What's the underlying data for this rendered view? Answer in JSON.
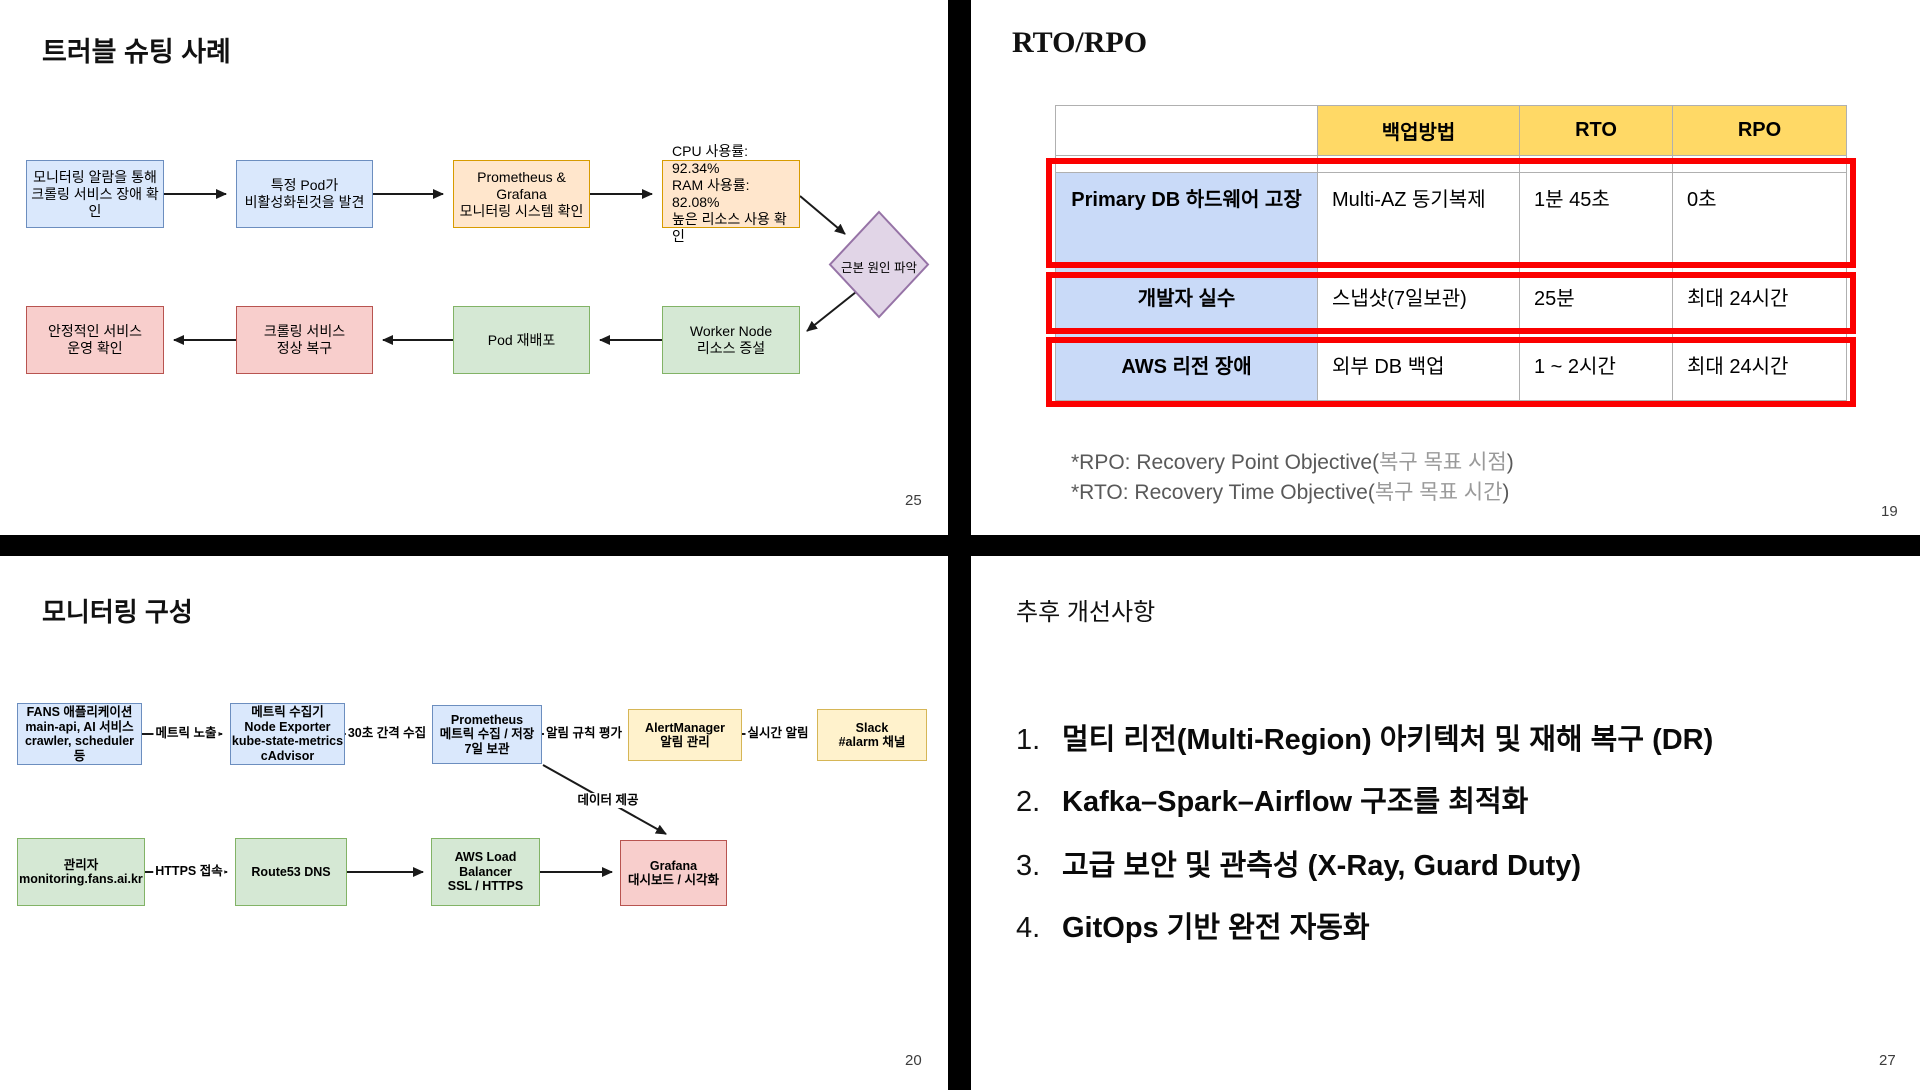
{
  "slides": {
    "troubleshooting": {
      "title": "트러블 슈팅 사례",
      "page": "25",
      "flow_row1": [
        {
          "text": "모니터링 알람을 통해\n크롤링 서비스 장애 확인"
        },
        {
          "text": "특정 Pod가\n비활성화된것을 발견"
        },
        {
          "text": "Prometheus & Grafana\n모니터링 시스템 확인"
        },
        {
          "text": "CPU 사용률: 92.34%\nRAM 사용률: 82.08%\n높은 리소스 사용 확인"
        }
      ],
      "decision": "근본 원인 파악",
      "flow_row2": [
        {
          "text": "안정적인 서비스\n운영 확인"
        },
        {
          "text": "크롤링 서비스\n정상 복구"
        },
        {
          "text": "Pod 재배포"
        },
        {
          "text": "Worker Node\n리소스 증설"
        }
      ]
    },
    "rto": {
      "title": "RTO/RPO",
      "page": "19",
      "table": {
        "headers": [
          "",
          "백업방법",
          "RTO",
          "RPO"
        ],
        "rows": [
          {
            "label": "Primary DB 하드웨어 고장",
            "cells": [
              "Multi-AZ 동기복제",
              "1분 45초",
              "0초"
            ]
          },
          {
            "label": "개발자 실수",
            "cells": [
              "스냅샷(7일보관)",
              "25분",
              "최대 24시간"
            ]
          },
          {
            "label": "AWS 리전 장애",
            "cells": [
              "외부 DB 백업",
              "1 ~ 2시간",
              "최대 24시간"
            ]
          }
        ]
      },
      "footnotes": [
        {
          "prefix": "*RPO: Recovery Point Objective(",
          "korean": "복구 목표 시점",
          "suffix": ")"
        },
        {
          "prefix": "*RTO: Recovery Time Objective(",
          "korean": "복구 목표 시간",
          "suffix": ")"
        }
      ]
    },
    "monitoring": {
      "title": "모니터링 구성",
      "page": "20",
      "row1": [
        {
          "text": "FANS 애플리케이션\nmain-api, AI 서비스\ncrawler, scheduler 등"
        },
        {
          "text": "메트릭 수집기\nNode Exporter\nkube-state-metrics\ncAdvisor"
        },
        {
          "text": "Prometheus\n메트릭 수집 / 저장\n7일 보관"
        },
        {
          "text": "AlertManager\n알림 관리"
        },
        {
          "text": "Slack\n#alarm 채널"
        }
      ],
      "row1_labels": [
        "메트릭 노출",
        "30초 간격 수집",
        "알림 규칙 평가",
        "실시간 알림"
      ],
      "diag_label": "데이터 제공",
      "row2": [
        {
          "text": "관리자\nmonitoring.fans.ai.kr"
        },
        {
          "text": "Route53 DNS"
        },
        {
          "text": "AWS Load\nBalancer\nSSL / HTTPS"
        },
        {
          "text": "Grafana\n대시보드 / 시각화"
        }
      ],
      "row2_labels": [
        "HTTPS 접속"
      ]
    },
    "improvements": {
      "title": "추후 개선사항",
      "page": "27",
      "items": [
        {
          "num": "1.",
          "text": "멀티 리전(Multi-Region) 아키텍처 및 재해 복구 (DR)"
        },
        {
          "num": "2.",
          "text": "Kafka–Spark–Airflow 구조를 최적화"
        },
        {
          "num": "3.",
          "text": "고급 보안 및 관측성 (X-Ray, Guard Duty)"
        },
        {
          "num": "4.",
          "text": "GitOps 기반 완전 자동화"
        }
      ]
    }
  },
  "colors": {
    "flow_blue_fill": "#dae8fc",
    "flow_blue_border": "#6c8ebf",
    "flow_orange_fill": "#ffe6cc",
    "flow_orange_border": "#d79b00",
    "flow_green_fill": "#d5e8d4",
    "flow_green_border": "#82b366",
    "flow_pink_fill": "#f8cecc",
    "flow_pink_border": "#b85450",
    "flow_yellow_fill": "#fff2cc",
    "flow_yellow_border": "#d6b656",
    "flow_purple_fill": "#e1d5e7",
    "flow_purple_border": "#9673a6",
    "table_header_bg": "#ffd966",
    "table_rowhead_bg": "#c9daf8",
    "annotation_red": "#fb0000",
    "divider": "#000000"
  }
}
